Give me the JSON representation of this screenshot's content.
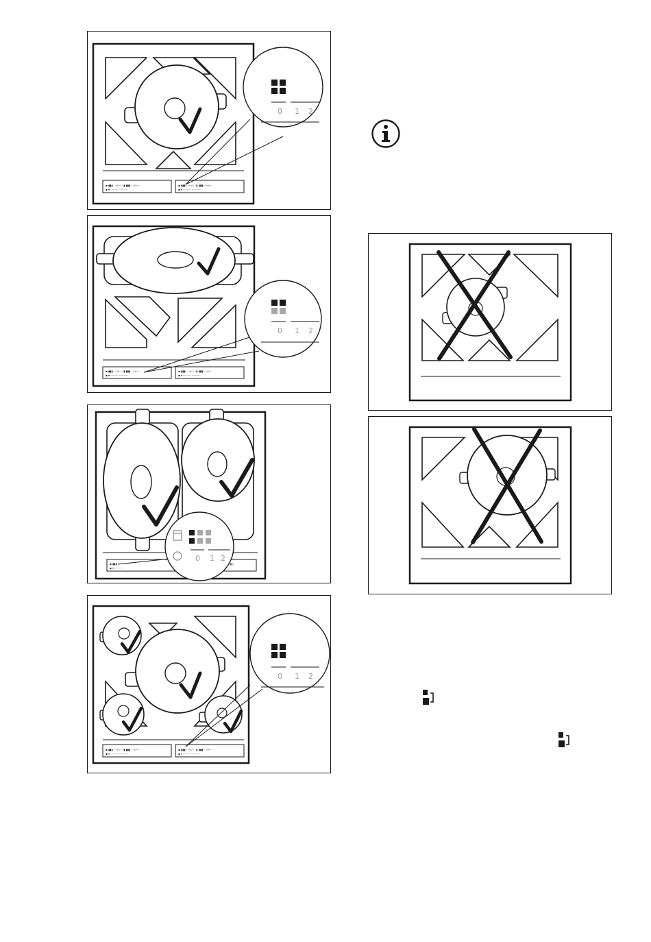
{
  "zoom_scale": {
    "zero": "0",
    "one": "1",
    "two": "2"
  },
  "icons": {
    "info": "info-circle-icon",
    "bridge": "bridge-zone-icon",
    "check": "check-mark-icon",
    "cross": "cross-mark-icon"
  },
  "colors": {
    "line": "#1a1a1a",
    "grey_square": "#a8a8a8",
    "scale_text": "#9a9a9a"
  }
}
